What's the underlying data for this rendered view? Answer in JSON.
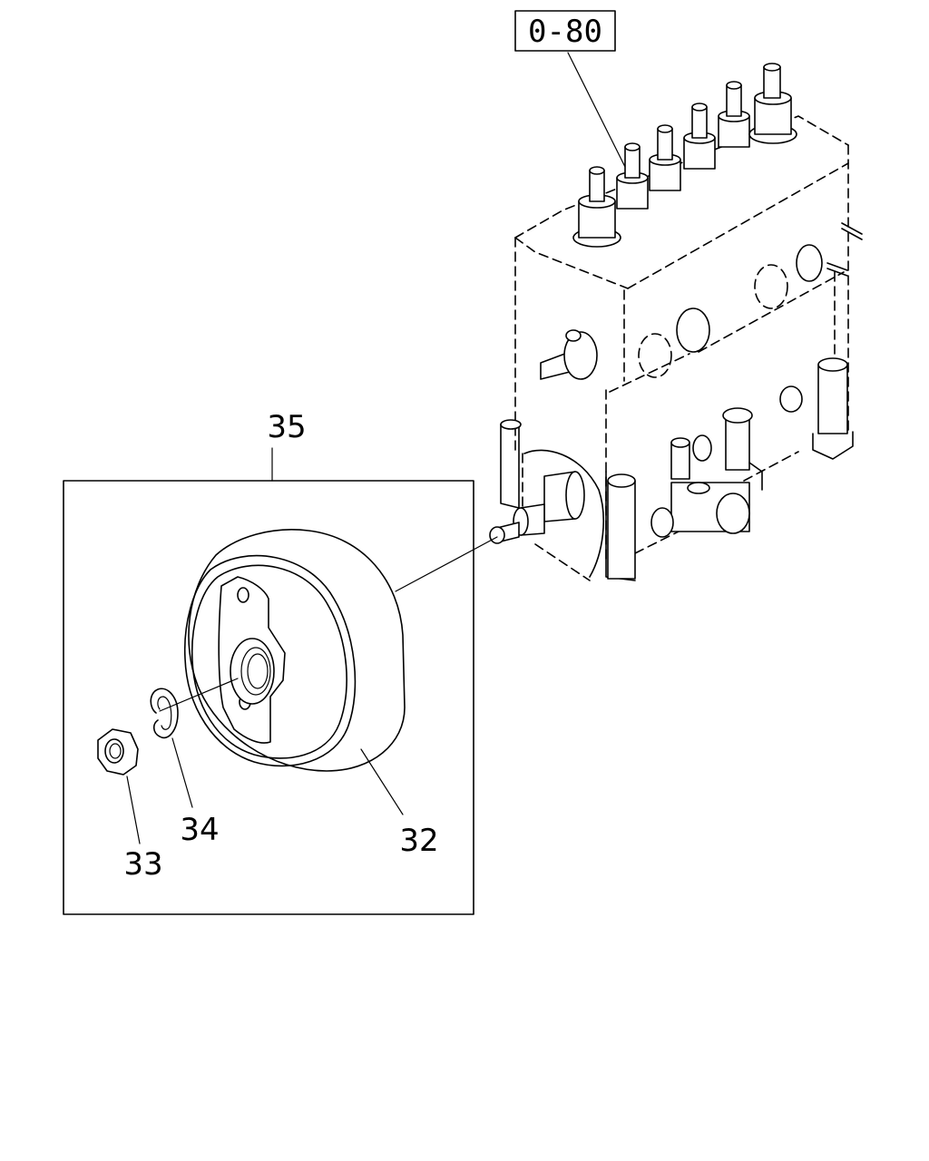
{
  "reference": {
    "label": "0-80"
  },
  "callouts": {
    "assembly": "35",
    "gear": "32",
    "nut": "33",
    "washer": "34"
  }
}
